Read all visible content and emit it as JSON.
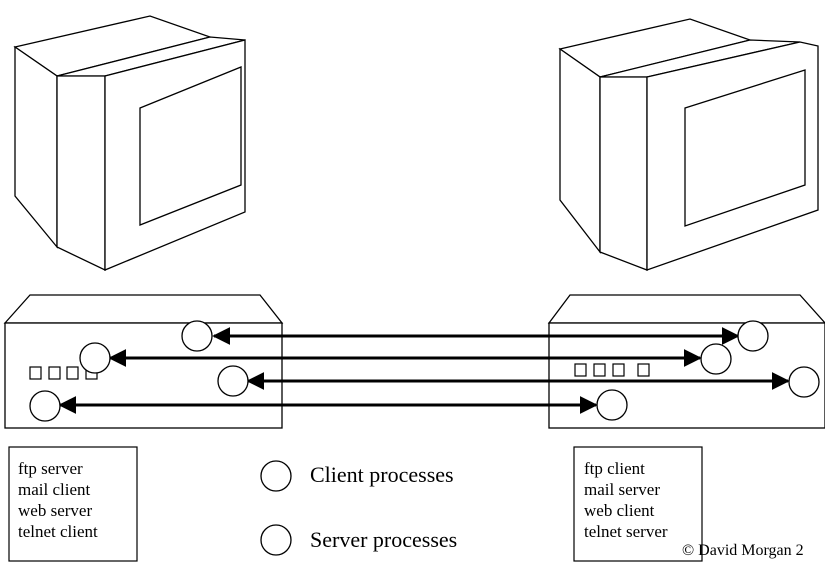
{
  "left_host": {
    "services": [
      "ftp server",
      "mail client",
      "web server",
      "telnet client"
    ]
  },
  "right_host": {
    "services": [
      "ftp client",
      "mail server",
      "web client",
      "telnet server"
    ]
  },
  "legend": {
    "client_label": "Client processes",
    "server_label": "Server processes"
  },
  "copyright": "© David Morgan 2"
}
